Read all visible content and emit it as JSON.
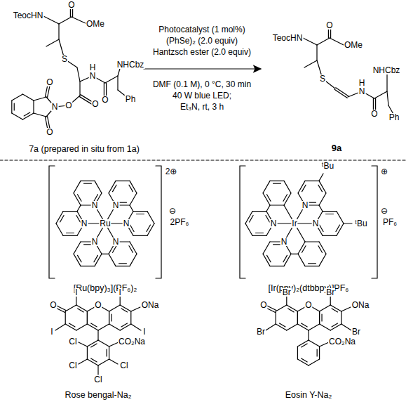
{
  "diagram": {
    "labels": [
      "TeocHN",
      "O",
      "OMe",
      "S",
      "H",
      "N",
      "NHCbz",
      "O",
      "Ph",
      "O",
      "N",
      "O",
      "O",
      "O",
      "7a (prepared in situ from 1a)",
      "Photocatalyst (1 mol%)",
      "(PhSe)₂ (2.0 equiv)",
      "Hantzsch ester (2.0 equiv)",
      "DMF (0.1 M), 0 °C, 30 min",
      "40 W blue LED;",
      "Et₃N, rt, 3 h",
      "TeocHN",
      "O",
      "OMe",
      "S",
      "H",
      "N",
      "NHCbz",
      "O",
      "Ph",
      "9a",
      "2⊕",
      "N",
      "N",
      "⊖",
      "N",
      "Ru",
      "N",
      "2PF₆",
      "N",
      "N",
      "[Ru(bpy)₃](PF₆)₂",
      "⊕",
      "ᵗBu",
      "N",
      "⊖",
      "N",
      "Ir",
      "N",
      "PF₆",
      "ᵗBu",
      "N",
      "[Ir(ppy)₂(dtbbpy)]PF₆",
      "O",
      "I",
      "O",
      "I",
      "ONa",
      "I",
      "I",
      "Cl",
      "CO₂Na",
      "Cl",
      "Cl",
      "Cl",
      "Rose bengal-Na₂",
      "O",
      "Br",
      "O",
      "Br",
      "ONa",
      "Br",
      "Br",
      "CO₂Na",
      "Eosin Y-Na₂"
    ]
  }
}
